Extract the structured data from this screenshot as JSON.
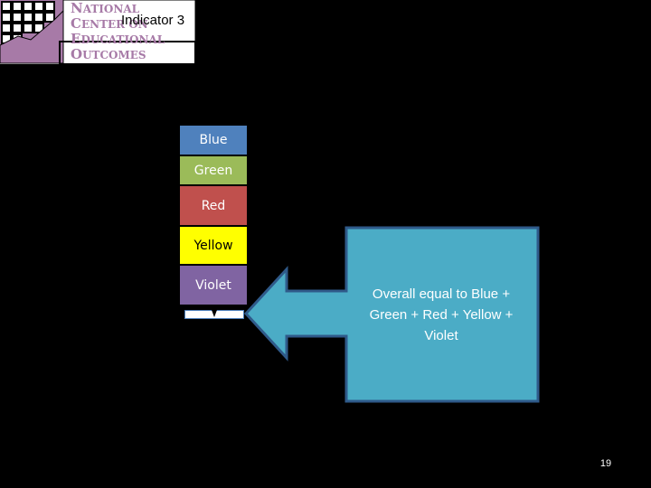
{
  "header": {
    "logo_lines": [
      "NATIONAL",
      "CENTER ON",
      "EDUCATIONAL",
      "OUTCOMES"
    ],
    "title": "Indicator 3"
  },
  "stack": {
    "blue": "Blue",
    "green": "Green",
    "red": "Red",
    "yellow": "Yellow",
    "violet": "Violet"
  },
  "callout": {
    "text": "Overall equal to Blue + Green + Red + Yellow + Violet"
  },
  "footer": {
    "page_number": "19"
  },
  "colors": {
    "blue": "#4f81bd",
    "green": "#9bbb59",
    "red": "#c0504d",
    "yellow": "#ffff00",
    "violet": "#8064a2",
    "callout": "#4bacc6"
  }
}
